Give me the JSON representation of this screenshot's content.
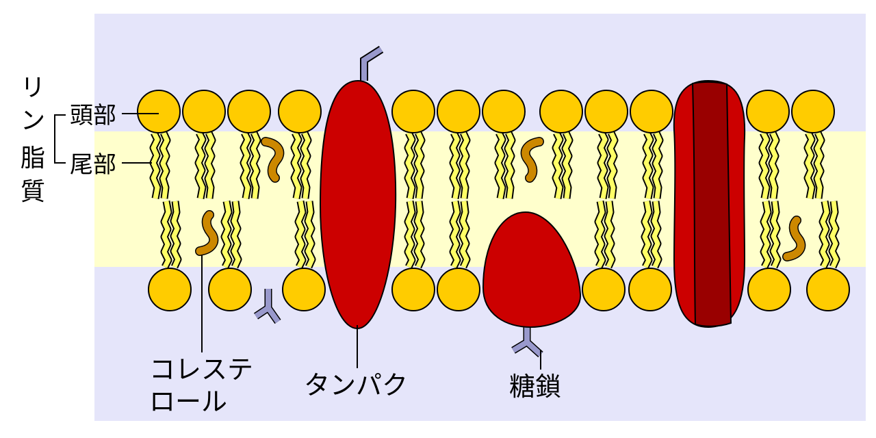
{
  "labels": {
    "phospholipid": [
      "リ",
      "ン",
      "脂",
      "質"
    ],
    "head": "頭部",
    "tail": "尾部",
    "cholesterol_line1": "コレステ",
    "cholesterol_line2": "ロール",
    "protein": "タンパク",
    "sugar_chain": "糖鎖"
  },
  "colors": {
    "background": "#ffffff",
    "extracellular": "#e5e5fa",
    "lipid_core": "#ffffcc",
    "lipid_head": "#ffcc00",
    "lipid_head_stroke": "#000000",
    "lipid_tail": "#ffff66",
    "cholesterol": "#cc8800",
    "protein": "#cc0000",
    "protein_dark": "#990000",
    "sugar_chain": "#9999cc"
  }
}
